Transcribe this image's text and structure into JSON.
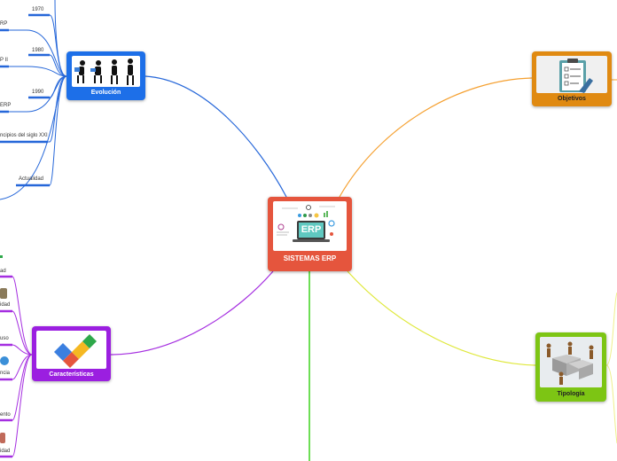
{
  "central": {
    "title": "SISTEMAS ERP",
    "screen_text": "ERP",
    "color": "#e5553d"
  },
  "topics": {
    "evolucion": {
      "title": "Evolución",
      "color": "#1d6fe8"
    },
    "objetivos": {
      "title": "Objetivos",
      "color": "#e08a12"
    },
    "caracteristicas": {
      "title": "Características",
      "color": "#9b1fe0"
    },
    "tipologia": {
      "title": "Tipología",
      "color": "#7dc514"
    }
  },
  "leaves": {
    "y1970": "1970",
    "erp1": "RP",
    "y1980": "1980",
    "erp2": "P II",
    "y1990": "1990",
    "erp3": "ERP",
    "siglo": "ncipios del siglo XXI",
    "actualidad": "Actualidad",
    "c1": "ad",
    "c2": "idad",
    "c3": "uso",
    "c4": "ncia",
    "c5": "ento",
    "c6": "idad"
  },
  "colors": {
    "blue": "#2667d9",
    "orange": "#f5a030",
    "purple": "#a52ee0",
    "green": "#3fd41e",
    "yellow": "#dfe83a"
  }
}
